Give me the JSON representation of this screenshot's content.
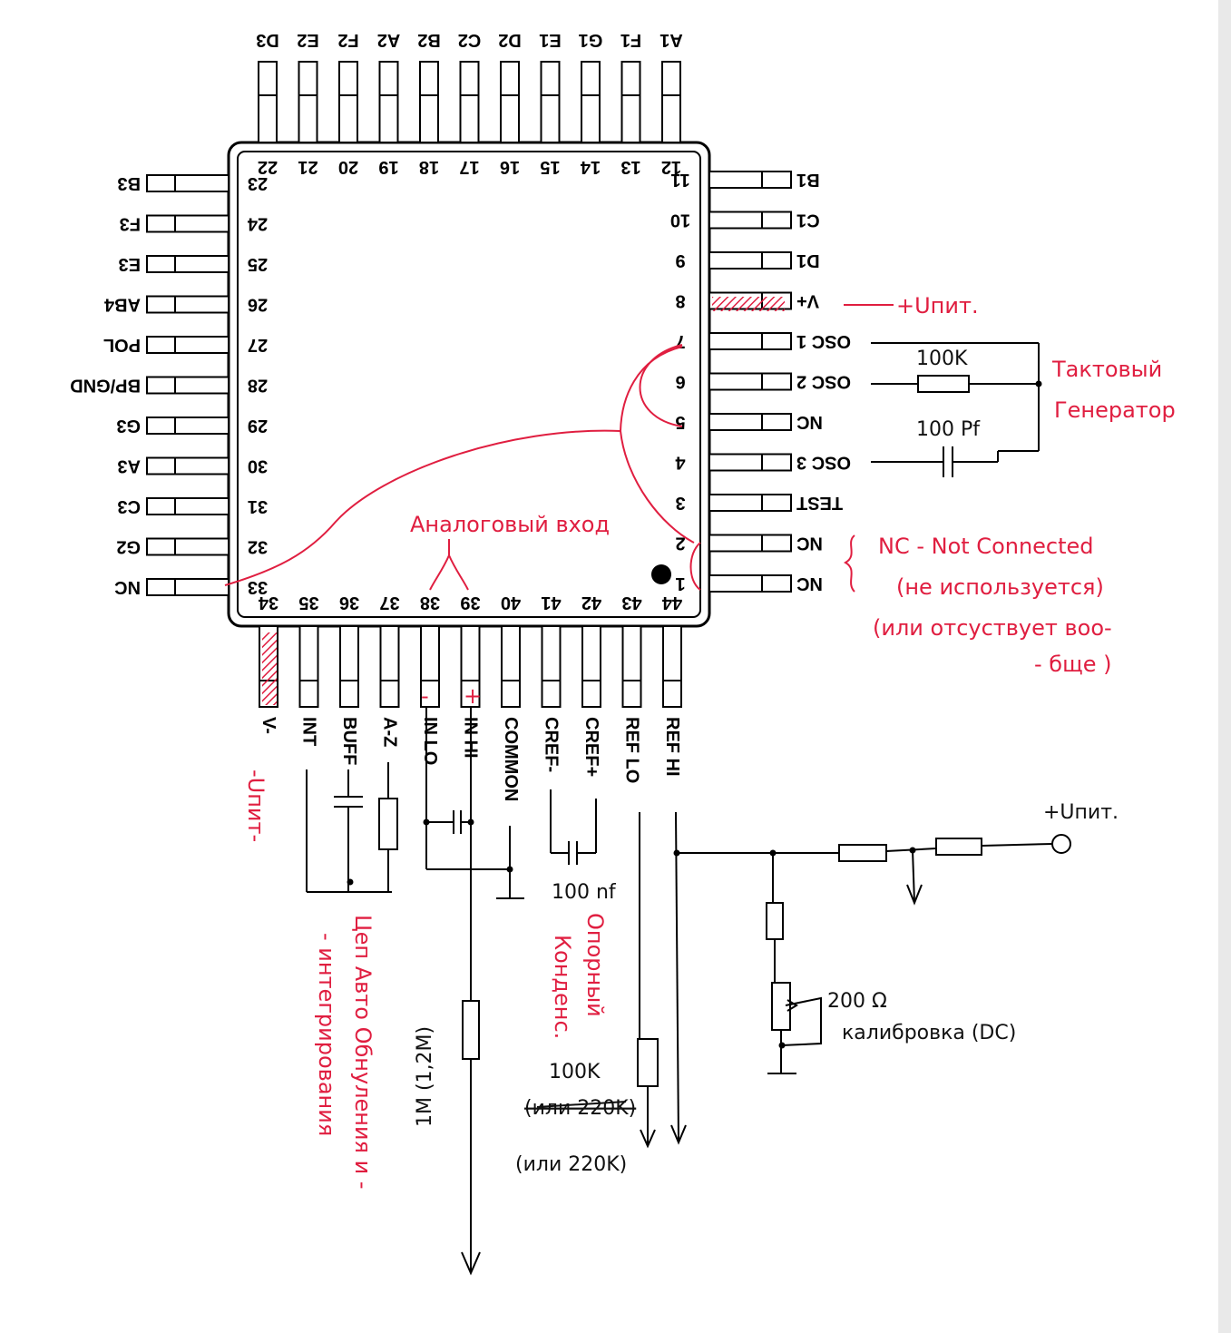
{
  "colors": {
    "ink": "#000000",
    "annotation": "#e01e40",
    "pin_fill": "#ffffff",
    "hatch": "#e01e40"
  },
  "chip": {
    "pins_top": [
      {
        "num": "12",
        "name": "A1"
      },
      {
        "num": "13",
        "name": "F1"
      },
      {
        "num": "14",
        "name": "G1"
      },
      {
        "num": "15",
        "name": "E1"
      },
      {
        "num": "16",
        "name": "D2"
      },
      {
        "num": "17",
        "name": "C2"
      },
      {
        "num": "18",
        "name": "B2"
      },
      {
        "num": "19",
        "name": "A2"
      },
      {
        "num": "20",
        "name": "F2"
      },
      {
        "num": "21",
        "name": "E2"
      },
      {
        "num": "22",
        "name": "D3"
      }
    ],
    "pins_right": [
      {
        "num": "11",
        "name": "B1"
      },
      {
        "num": "10",
        "name": "C1"
      },
      {
        "num": "9",
        "name": "D1"
      },
      {
        "num": "8",
        "name": "V+"
      },
      {
        "num": "7",
        "name": "OSC 1"
      },
      {
        "num": "6",
        "name": "OSC 2"
      },
      {
        "num": "5",
        "name": "NC"
      },
      {
        "num": "4",
        "name": "OSC 3"
      },
      {
        "num": "3",
        "name": "TEST"
      },
      {
        "num": "2",
        "name": "NC"
      },
      {
        "num": "1",
        "name": "NC"
      }
    ],
    "pins_left": [
      {
        "num": "23",
        "name": "B3"
      },
      {
        "num": "24",
        "name": "F3"
      },
      {
        "num": "25",
        "name": "E3"
      },
      {
        "num": "26",
        "name": "AB4"
      },
      {
        "num": "27",
        "name": "POL"
      },
      {
        "num": "28",
        "name": "BP/GND"
      },
      {
        "num": "29",
        "name": "G3"
      },
      {
        "num": "30",
        "name": "A3"
      },
      {
        "num": "31",
        "name": "C3"
      },
      {
        "num": "32",
        "name": "G2"
      },
      {
        "num": "33",
        "name": "NC"
      }
    ],
    "pins_bottom": [
      {
        "num": "34",
        "name": "V-"
      },
      {
        "num": "35",
        "name": "INT"
      },
      {
        "num": "36",
        "name": "BUFF"
      },
      {
        "num": "37",
        "name": "A-Z"
      },
      {
        "num": "38",
        "name": "IN LO"
      },
      {
        "num": "39",
        "name": "IN HI"
      },
      {
        "num": "40",
        "name": "COMMON"
      },
      {
        "num": "41",
        "name": "CREF-"
      },
      {
        "num": "42",
        "name": "CREF+"
      },
      {
        "num": "43",
        "name": "REF LO"
      },
      {
        "num": "44",
        "name": "REF HI"
      }
    ]
  },
  "annotations": {
    "vplus_supply": "+Uпит.",
    "clock_generator": [
      "Тактовый",
      "Генератор"
    ],
    "nc_note": [
      "NC - Not Connected",
      "(не используется)",
      "(или отсуствует воо-",
      "- бще )"
    ],
    "analog_input": "Аналоговый вход",
    "vminus_supply": "-Uпит-",
    "autozero_circuit": [
      "Цеп Авто Обнуления и -",
      "- интегрирования"
    ],
    "ref_capacitor": [
      "Опорный",
      "Конденс."
    ],
    "in_lo_minus": "-",
    "in_hi_plus": "+"
  },
  "components": {
    "osc_resistor": "100K",
    "osc_capacitor": "100 Pf",
    "cref_capacitor": "100 nf",
    "input_resistor": "1M (1,2M)",
    "ref_lo_resistor": "100K",
    "ref_lo_alt_crossed": "(или 220K)",
    "ref_lo_alt": "(или 220K)",
    "calibration_pot": "200 Ω",
    "calibration_label": "калибровка (DC)",
    "ref_supply": "+Uпит."
  }
}
